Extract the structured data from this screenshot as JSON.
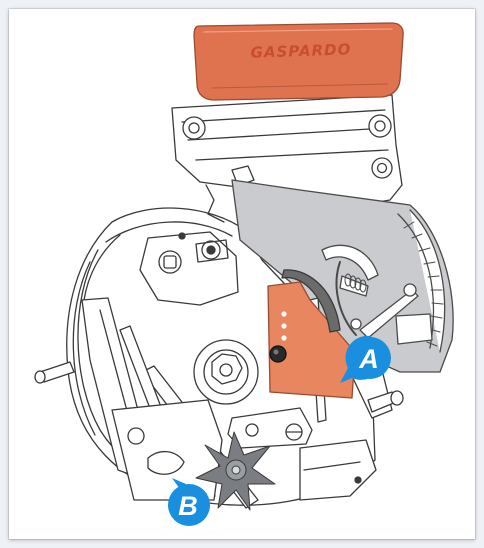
{
  "brand": {
    "text": "GASPARDO"
  },
  "callouts": [
    {
      "letter": "A"
    },
    {
      "letter": "B"
    }
  ],
  "colors": {
    "cover": "#e0734f",
    "plate": "#e8865f",
    "scale_panel": "#c9cbce",
    "callout": "#1a8fe0",
    "line": "#3a3a3a"
  }
}
